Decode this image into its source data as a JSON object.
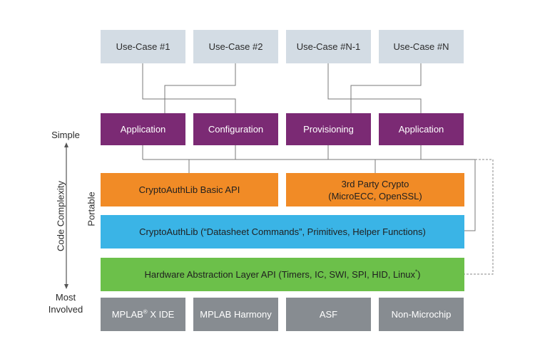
{
  "use_cases": [
    "Use-Case #1",
    "Use-Case #2",
    "Use-Case #N-1",
    "Use-Case #N"
  ],
  "applications": [
    "Application",
    "Configuration",
    "Provisioning",
    "Application"
  ],
  "cryptoauthlib_basic_api": "CryptoAuthLib Basic API",
  "third_party_crypto": {
    "line1": "3rd Party Crypto",
    "line2": "(MicroECC, OpenSSL)"
  },
  "cryptoauthlib": "CryptoAuthLib (“Datasheet Commands”, Primitives, Helper Functions)",
  "hal": {
    "text": "Hardware Abstraction Layer API (Timers, IC, SWI, SPI, HID, Linux",
    "sup": "*",
    "close": ")"
  },
  "platforms": [
    {
      "text": "MPLAB",
      "sup": "®",
      "suffix": " X IDE"
    },
    {
      "text": "MPLAB Harmony"
    },
    {
      "text": "ASF"
    },
    {
      "text": "Non-Microchip"
    }
  ],
  "labels": {
    "simple": "Simple",
    "most": "Most",
    "involved": "Involved",
    "code_complexity": "Code Complexity",
    "portable": "Portable"
  },
  "colors": {
    "use_case": "#d3dce4",
    "application": "#7b2a74",
    "api_orange": "#f18b26",
    "library_blue": "#3ab4e6",
    "hal_green": "#6cc04a",
    "platform_gray": "#878c91"
  }
}
